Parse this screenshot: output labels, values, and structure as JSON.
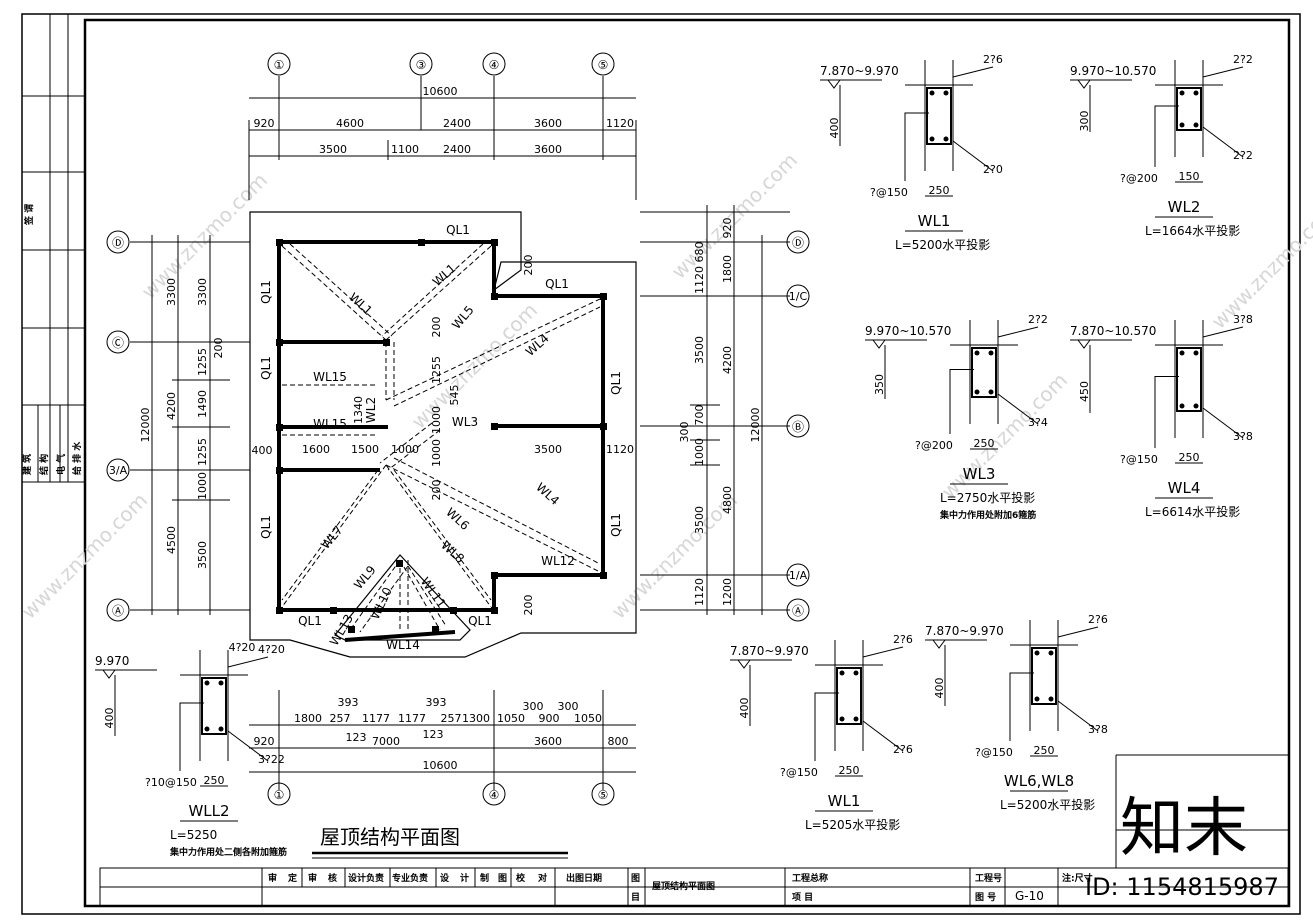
{
  "drawing": {
    "title": "屋顶结构平面图",
    "sheet_no": "G-10",
    "watermark_logo": "知末",
    "watermark_id": "ID: 1154815987",
    "watermark_site": "www.znzmo.com"
  },
  "left_strip": {
    "label_top": "签 谓",
    "labels_bottom": [
      "建 筑",
      "结 构",
      "电 气",
      "给 排 水"
    ]
  },
  "title_block": {
    "cells": [
      "审",
      "定",
      "审",
      "核",
      "设计负责",
      "专业负责",
      "设",
      "计",
      "制",
      "图",
      "校",
      "对",
      "出图日期",
      "图",
      "目",
      "屋顶结构平面图",
      "工程总称",
      "项 目",
      "工程号",
      "图 号",
      "G-10",
      "注:尺寸"
    ]
  },
  "plan": {
    "axes_top": [
      "①",
      "③",
      "④",
      "⑤"
    ],
    "axes_bottom": [
      "①",
      "④",
      "⑤"
    ],
    "axes_left": [
      "Ⓓ",
      "Ⓒ",
      "3/A",
      "Ⓐ"
    ],
    "axes_right": [
      "Ⓓ",
      "1/C",
      "Ⓑ",
      "1/A",
      "Ⓐ"
    ],
    "top_total": "10600",
    "top_dims_1": [
      "920",
      "4600",
      "2400",
      "3600",
      "1120"
    ],
    "top_dims_2": [
      "3500",
      "1100",
      "2400",
      "3600"
    ],
    "bottom_total": "10600",
    "bottom_dims_1": [
      "1800",
      "257",
      "1177",
      "1177",
      "257",
      "1300",
      "1050",
      "900",
      "1050"
    ],
    "bottom_dims_small": [
      "393",
      "393",
      "300",
      "300",
      "123",
      "123"
    ],
    "bottom_dims_2": [
      "920",
      "7000",
      "3600",
      "800"
    ],
    "left_total": "12000",
    "left_dims_1": [
      "3300",
      "4200",
      "4500"
    ],
    "left_dims_2": [
      "3300",
      "1255",
      "1490",
      "1255",
      "1000",
      "3500"
    ],
    "left_misc": [
      "200",
      "400",
      "4?20"
    ],
    "right_total": "12000",
    "right_dims_1": [
      "920",
      "1800",
      "4200",
      "4800",
      "1200"
    ],
    "right_dims_2": [
      "680",
      "1120",
      "3500",
      "300",
      "1000",
      "3500",
      "1120"
    ],
    "right_misc": [
      "700",
      "200",
      "200"
    ],
    "inner_dims": [
      "1600",
      "1500",
      "1000",
      "1000",
      "3500",
      "1120",
      "1340",
      "545",
      "1255",
      "1000",
      "200",
      "200",
      "400"
    ],
    "beams": [
      "QL1",
      "QL1",
      "QL1",
      "QL1",
      "QL1",
      "QL1",
      "QL1",
      "QL1",
      "QL1",
      "WL1",
      "WL1",
      "WL5",
      "WL4",
      "WL4",
      "WL2",
      "WL3",
      "WL6",
      "WL7",
      "WL8",
      "WL9",
      "WL10",
      "WL11",
      "WL12",
      "WL13",
      "WL14",
      "WL15",
      "WL15"
    ]
  },
  "sections": [
    {
      "name": "WL1",
      "level": "7.870~9.970",
      "top": "2?6",
      "bottom": "2?0",
      "stirrup": "?@150",
      "width": "250",
      "height": "400",
      "length": "L=5200水平投影"
    },
    {
      "name": "WL2",
      "level": "9.970~10.570",
      "top": "2?2",
      "bottom": "2?2",
      "stirrup": "?@200",
      "width": "150",
      "height": "300",
      "length": "L=1664水平投影"
    },
    {
      "name": "WL3",
      "level": "9.970~10.570",
      "top": "2?2",
      "bottom": "3?4",
      "stirrup": "?@200",
      "width": "250",
      "height": "350",
      "length": "L=2750水平投影",
      "note": "集中力作用处附加6箍筋"
    },
    {
      "name": "WL4",
      "level": "7.870~10.570",
      "top": "3?8",
      "bottom": "3?8",
      "stirrup": "?@150",
      "width": "250",
      "height": "450",
      "length": "L=6614水平投影"
    },
    {
      "name": "WL1",
      "level": "7.870~9.970",
      "top": "2?6",
      "bottom": "2?6",
      "stirrup": "?@150",
      "width": "250",
      "height": "400",
      "length": "L=5205水平投影"
    },
    {
      "name": "WL6,WL8",
      "level": "7.870~9.970",
      "top": "2?6",
      "bottom": "3?8",
      "stirrup": "?@150",
      "width": "250",
      "height": "400",
      "length": "L=5200水平投影"
    },
    {
      "name": "WLL2",
      "level": "9.970",
      "top": "4?20",
      "bottom": "3?22",
      "stirrup": "?10@150",
      "width": "250",
      "height": "400",
      "length": "L=5250",
      "note": "集中力作用处二侧各附加箍筋"
    }
  ]
}
